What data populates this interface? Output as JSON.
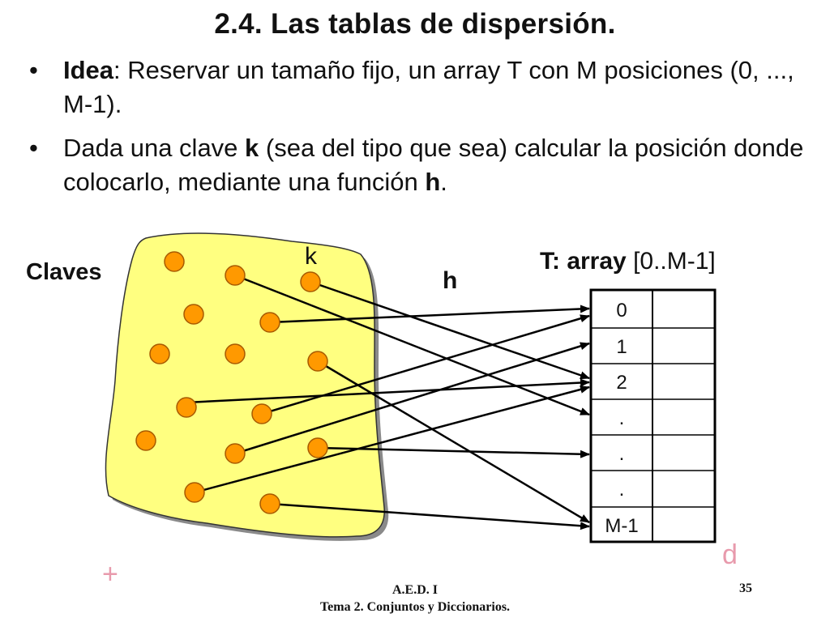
{
  "title": "2.4. Las tablas de dispersión.",
  "bullets": [
    {
      "symbol": "•",
      "bold": "Idea",
      "text": ": Reservar un tamaño fijo, un array T con M posiciones (0, ..., M-1)."
    },
    {
      "symbol": "•",
      "pre": "Dada una clave ",
      "k": "k",
      "mid": " (sea del tipo que sea) calcular la posición donde colocarlo, mediante una función ",
      "h": "h",
      "end": "."
    }
  ],
  "diagram": {
    "claves_label": "Claves",
    "k_label": "k",
    "h_label": "h",
    "array_label_bold": "T: array",
    "array_label_rest": " [0..M-1]",
    "array_cells": [
      "0",
      "1",
      "2",
      ".",
      ".",
      ".",
      "M-1"
    ],
    "colors": {
      "blob": "#ffff80",
      "blob_shadow": "#8a8a8a",
      "key": "#ff9900",
      "key_stroke": "#a85a00",
      "arrow": "#000000"
    }
  },
  "marks": {
    "plus": "+",
    "d": "d"
  },
  "footer": {
    "line1": "A.E.D. I",
    "line2": "Tema 2. Conjuntos y Diccionarios.",
    "page": "35"
  }
}
